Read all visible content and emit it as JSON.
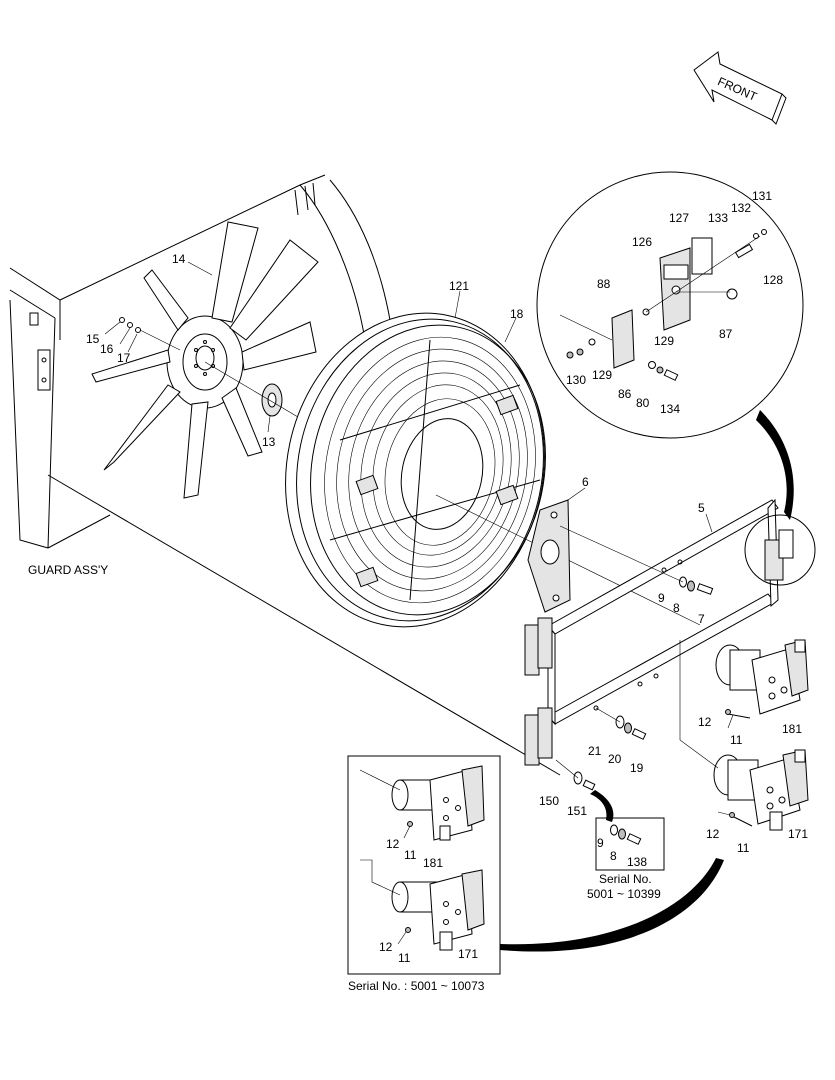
{
  "front_label": "FRONT",
  "guard_label": "GUARD ASS'Y",
  "serial_box_small": "Serial No.\n5001 ~ 10399",
  "serial_box_small_line1": "Serial No.",
  "serial_box_small_line2": "5001 ~ 10399",
  "serial_box_large": "Serial No. : 5001 ~ 10073",
  "callouts": {
    "c14": "14",
    "c15": "15",
    "c16": "16",
    "c17": "17",
    "c13": "13",
    "c121": "121",
    "c18": "18",
    "c131": "131",
    "c132": "132",
    "c133": "133",
    "c127": "127",
    "c126": "126",
    "c128": "128",
    "c88": "88",
    "c87": "87",
    "c129a": "129",
    "c129b": "129",
    "c130": "130",
    "c86": "86",
    "c80": "80",
    "c134": "134",
    "c6": "6",
    "c5": "5",
    "c9a": "9",
    "c8a": "8",
    "c7": "7",
    "c12a": "12",
    "c11a": "11",
    "c181a": "181",
    "c21": "21",
    "c20": "20",
    "c19": "19",
    "c150": "150",
    "c151": "151",
    "c9b": "9",
    "c8b": "8",
    "c138": "138",
    "c12b": "12",
    "c11b": "11",
    "c171a": "171",
    "c12c": "12",
    "c11c": "11",
    "c181b": "181",
    "c12d": "12",
    "c11d": "11",
    "c171b": "171"
  }
}
